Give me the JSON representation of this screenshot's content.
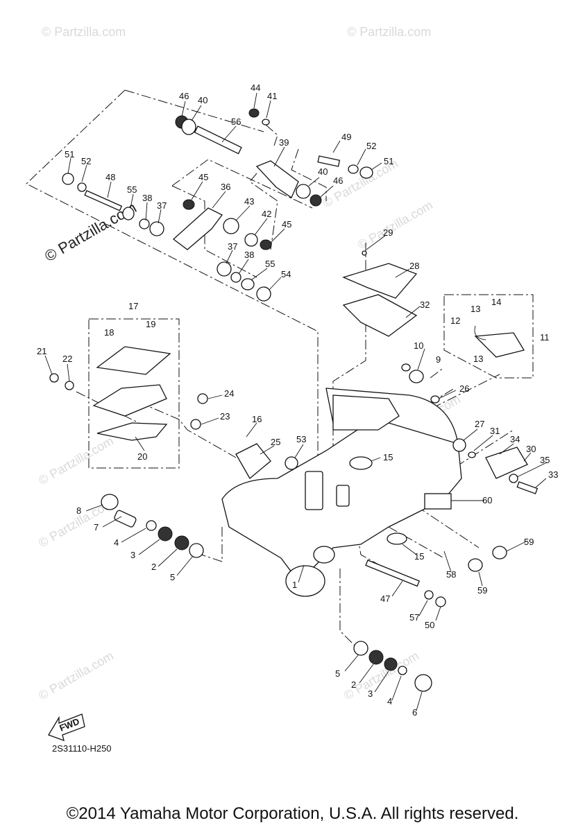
{
  "watermark": "© Partzilla.com",
  "diagram_code": "2S31110-H250",
  "fwd_label": "FWD",
  "copyright": "©2014 Yamaha Motor Corporation, U.S.A. All rights reserved.",
  "callouts": [
    {
      "n": "46"
    },
    {
      "n": "40"
    },
    {
      "n": "44"
    },
    {
      "n": "41"
    },
    {
      "n": "56"
    },
    {
      "n": "39"
    },
    {
      "n": "49"
    },
    {
      "n": "52"
    },
    {
      "n": "51"
    },
    {
      "n": "40"
    },
    {
      "n": "46"
    },
    {
      "n": "51"
    },
    {
      "n": "52"
    },
    {
      "n": "48"
    },
    {
      "n": "55"
    },
    {
      "n": "38"
    },
    {
      "n": "37"
    },
    {
      "n": "45"
    },
    {
      "n": "36"
    },
    {
      "n": "43"
    },
    {
      "n": "42"
    },
    {
      "n": "45"
    },
    {
      "n": "37"
    },
    {
      "n": "38"
    },
    {
      "n": "55"
    },
    {
      "n": "54"
    },
    {
      "n": "29"
    },
    {
      "n": "28"
    },
    {
      "n": "32"
    },
    {
      "n": "17"
    },
    {
      "n": "18"
    },
    {
      "n": "19"
    },
    {
      "n": "21"
    },
    {
      "n": "22"
    },
    {
      "n": "24"
    },
    {
      "n": "23"
    },
    {
      "n": "20"
    },
    {
      "n": "16"
    },
    {
      "n": "25"
    },
    {
      "n": "53"
    },
    {
      "n": "14"
    },
    {
      "n": "13"
    },
    {
      "n": "12"
    },
    {
      "n": "13"
    },
    {
      "n": "11"
    },
    {
      "n": "10"
    },
    {
      "n": "9"
    },
    {
      "n": "26"
    },
    {
      "n": "27"
    },
    {
      "n": "31"
    },
    {
      "n": "34"
    },
    {
      "n": "30"
    },
    {
      "n": "35"
    },
    {
      "n": "33"
    },
    {
      "n": "15"
    },
    {
      "n": "60"
    },
    {
      "n": "8"
    },
    {
      "n": "7"
    },
    {
      "n": "4"
    },
    {
      "n": "3"
    },
    {
      "n": "2"
    },
    {
      "n": "5"
    },
    {
      "n": "1"
    },
    {
      "n": "15"
    },
    {
      "n": "59"
    },
    {
      "n": "58"
    },
    {
      "n": "59"
    },
    {
      "n": "47"
    },
    {
      "n": "57"
    },
    {
      "n": "50"
    },
    {
      "n": "5"
    },
    {
      "n": "2"
    },
    {
      "n": "3"
    },
    {
      "n": "4"
    },
    {
      "n": "6"
    }
  ]
}
